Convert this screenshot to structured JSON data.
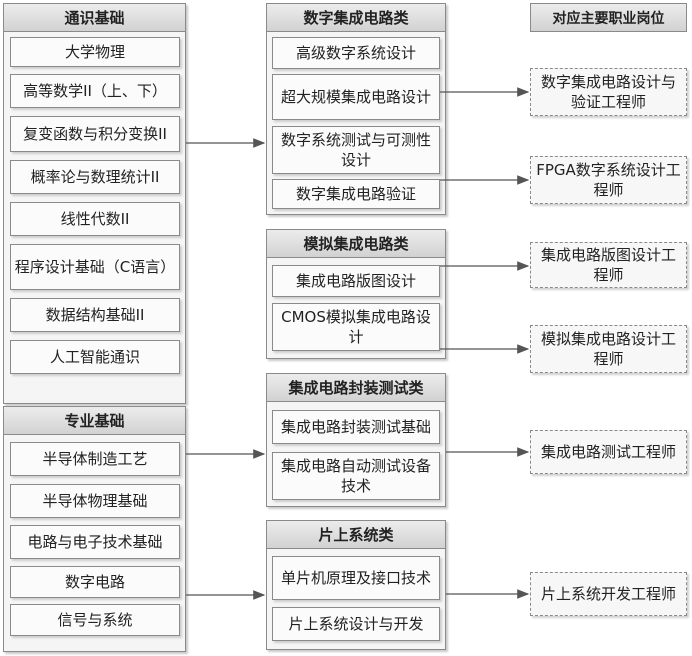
{
  "columns": {
    "general": {
      "title": "通识基础",
      "items": [
        "大学物理",
        "高等数学II（上、下）",
        "复变函数与积分变换II",
        "概率论与数理统计II",
        "线性代数II",
        "程序设计基础（C语言）",
        "数据结构基础II",
        "人工智能通识"
      ]
    },
    "major": {
      "title": "专业基础",
      "items": [
        "半导体制造工艺",
        "半导体物理基础",
        "电路与电子技术基础",
        "数字电路",
        "信号与系统"
      ]
    },
    "digital": {
      "title": "数字集成电路类",
      "items": [
        "高级数字系统设计",
        "超大规模集成电路设计",
        "数字系统测试与可测性设计",
        "数字集成电路验证"
      ]
    },
    "analog": {
      "title": "模拟集成电路类",
      "items": [
        "集成电路版图设计",
        "CMOS模拟集成电路设计"
      ]
    },
    "package": {
      "title": "集成电路封装测试类",
      "items": [
        "集成电路封装测试基础",
        "集成电路自动测试设备技术"
      ]
    },
    "soc": {
      "title": "片上系统类",
      "items": [
        "单片机原理及接口技术",
        "片上系统设计与开发"
      ]
    },
    "jobs": {
      "title": "对应主要职业岗位",
      "items": [
        "数字集成电路设计与验证工程师",
        "FPGA数字系统设计工程师",
        "集成电路版图设计工程师",
        "模拟集成电路设计工程师",
        "集成电路测试工程师",
        "片上系统开发工程师"
      ]
    }
  }
}
